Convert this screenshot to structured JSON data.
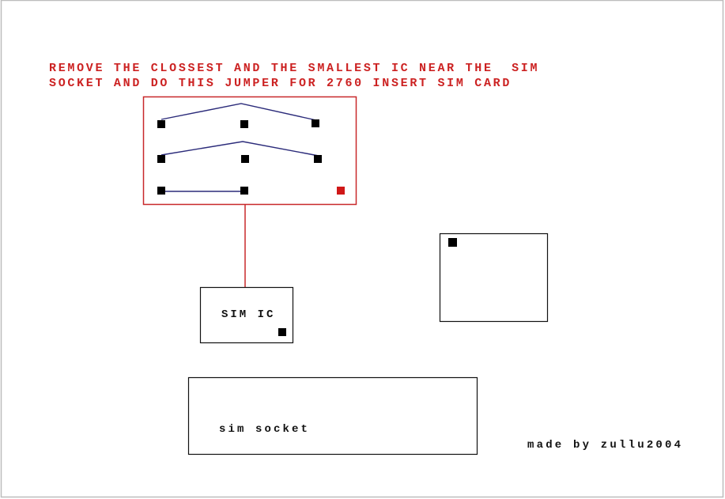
{
  "instructions": {
    "line1": "REMOVE THE CLOSSEST AND THE SMALLEST IC NEAR THE  SIM",
    "line2": "SOCKET AND DO THIS JUMPER FOR 2760 INSERT SIM CARD"
  },
  "labels": {
    "sim_ic": "SIM IC",
    "sim_socket": "sim socket"
  },
  "credit": "made by zullu2004",
  "colors": {
    "background": "#ffffff",
    "instruction_text": "#cc2222",
    "jumper_area_outline": "#c8282a",
    "jumper_wire": "#2b2b7a",
    "pad": "#000000",
    "marked_pad": "#d01818",
    "connection_line": "#c8282a",
    "outline": "#111111"
  }
}
